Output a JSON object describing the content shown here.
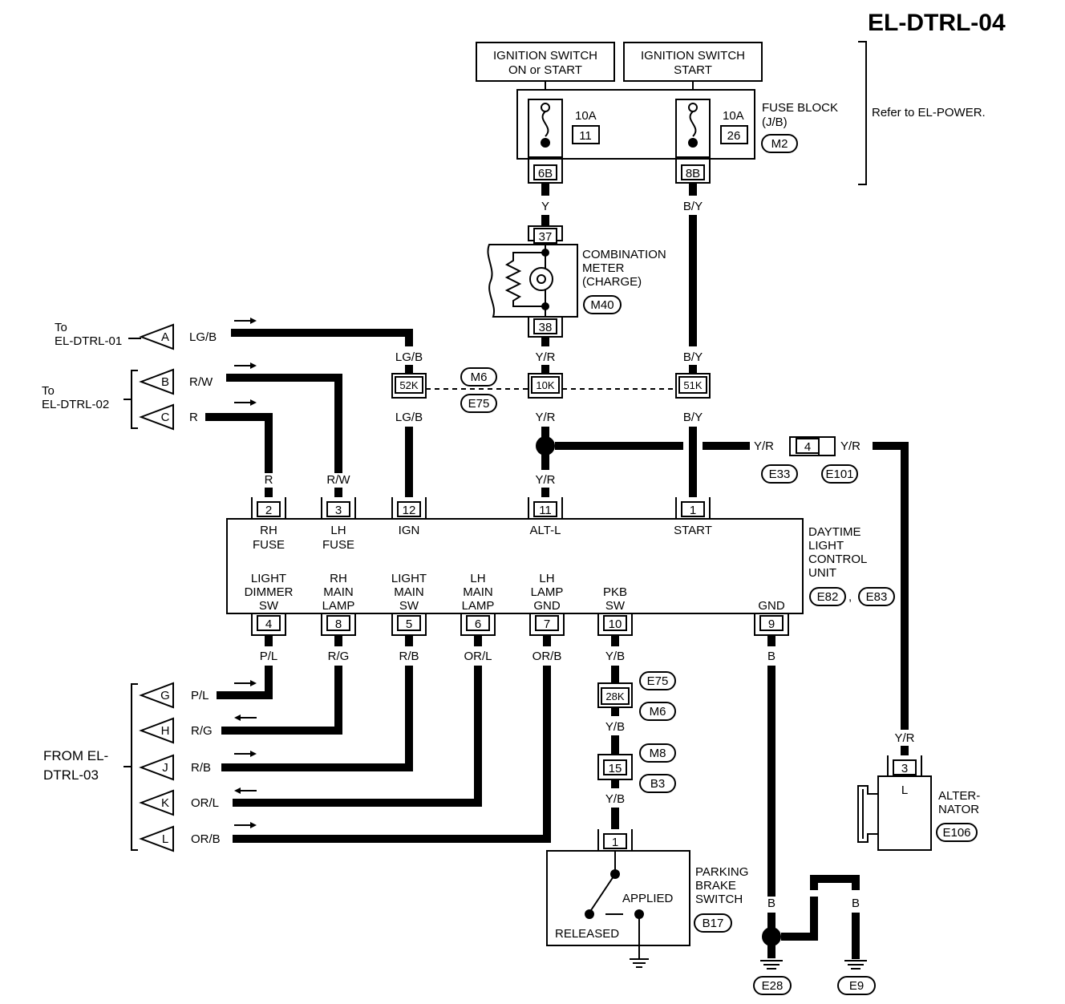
{
  "title": "EL-DTRL-04",
  "ign_on": [
    "IGNITION SWITCH",
    "ON or START"
  ],
  "ign_start": [
    "IGNITION SWITCH",
    "START"
  ],
  "fuse_block": {
    "name": [
      "FUSE BLOCK",
      "(J/B)"
    ],
    "conn": "M2",
    "refer": "Refer to EL-POWER.",
    "fuse1": {
      "amp": "10A",
      "num": "11",
      "term": "6B"
    },
    "fuse2": {
      "amp": "10A",
      "num": "26",
      "term": "8B"
    }
  },
  "meter": {
    "name": [
      "COMBINATION",
      "METER",
      "(CHARGE)"
    ],
    "conn": "M40",
    "pin_top": "37",
    "pin_bot": "38"
  },
  "wires": {
    "y": "Y",
    "by": "B/Y",
    "yr": "Y/R",
    "lgb": "LG/B",
    "rw": "R/W",
    "r": "R",
    "pl": "P/L",
    "rg": "R/G",
    "rb": "R/B",
    "orl": "OR/L",
    "orb": "OR/B",
    "yb": "Y/B",
    "b": "B"
  },
  "joint": {
    "c52k": "52K",
    "c10k": "10K",
    "c51k": "51K",
    "m6": "M6",
    "e75": "E75"
  },
  "e_conn": {
    "pin": "4",
    "left": "E33",
    "right": "E101"
  },
  "refs_left": {
    "to": "To",
    "dtrl01": "EL-DTRL-01",
    "dtrl02": "EL-DTRL-02",
    "from": [
      "FROM EL-",
      "DTRL-03"
    ]
  },
  "arrows": [
    "A",
    "B",
    "C",
    "G",
    "H",
    "J",
    "K",
    "L"
  ],
  "unit": {
    "name": [
      "DAYTIME",
      "LIGHT",
      "CONTROL",
      "UNIT"
    ],
    "conn1": "E82",
    "sep": ",",
    "conn2": "E83",
    "top_pins": [
      {
        "pin": "2",
        "label": [
          "RH",
          "FUSE"
        ]
      },
      {
        "pin": "3",
        "label": [
          "LH",
          "FUSE"
        ]
      },
      {
        "pin": "12",
        "label": [
          "IGN"
        ]
      },
      {
        "pin": "11",
        "label": [
          "ALT-L"
        ]
      },
      {
        "pin": "1",
        "label": [
          "START"
        ]
      }
    ],
    "bottom_pins": [
      {
        "pin": "4",
        "label": [
          "LIGHT",
          "DIMMER",
          "SW"
        ]
      },
      {
        "pin": "8",
        "label": [
          "RH",
          "MAIN",
          "LAMP"
        ]
      },
      {
        "pin": "5",
        "label": [
          "LIGHT",
          "MAIN",
          "SW"
        ]
      },
      {
        "pin": "6",
        "label": [
          "LH",
          "MAIN",
          "LAMP"
        ]
      },
      {
        "pin": "7",
        "label": [
          "LH",
          "LAMP",
          "GND"
        ]
      },
      {
        "pin": "10",
        "label": [
          "PKB",
          "SW"
        ]
      },
      {
        "pin": "9",
        "label": [
          "GND"
        ]
      }
    ]
  },
  "pkb_path": {
    "c28k": "28K",
    "e75": "E75",
    "m6": "M6",
    "m8": "M8",
    "b3": "B3",
    "pin15": "15"
  },
  "alternator": {
    "name": [
      "ALTER-",
      "NATOR"
    ],
    "conn": "E106",
    "pin": "3",
    "term": "L"
  },
  "pbs": {
    "name": [
      "PARKING",
      "BRAKE",
      "SWITCH"
    ],
    "conn": "B17",
    "pin": "1",
    "applied": "APPLIED",
    "released": "RELEASED"
  },
  "grounds": {
    "e28": "E28",
    "e9": "E9"
  }
}
